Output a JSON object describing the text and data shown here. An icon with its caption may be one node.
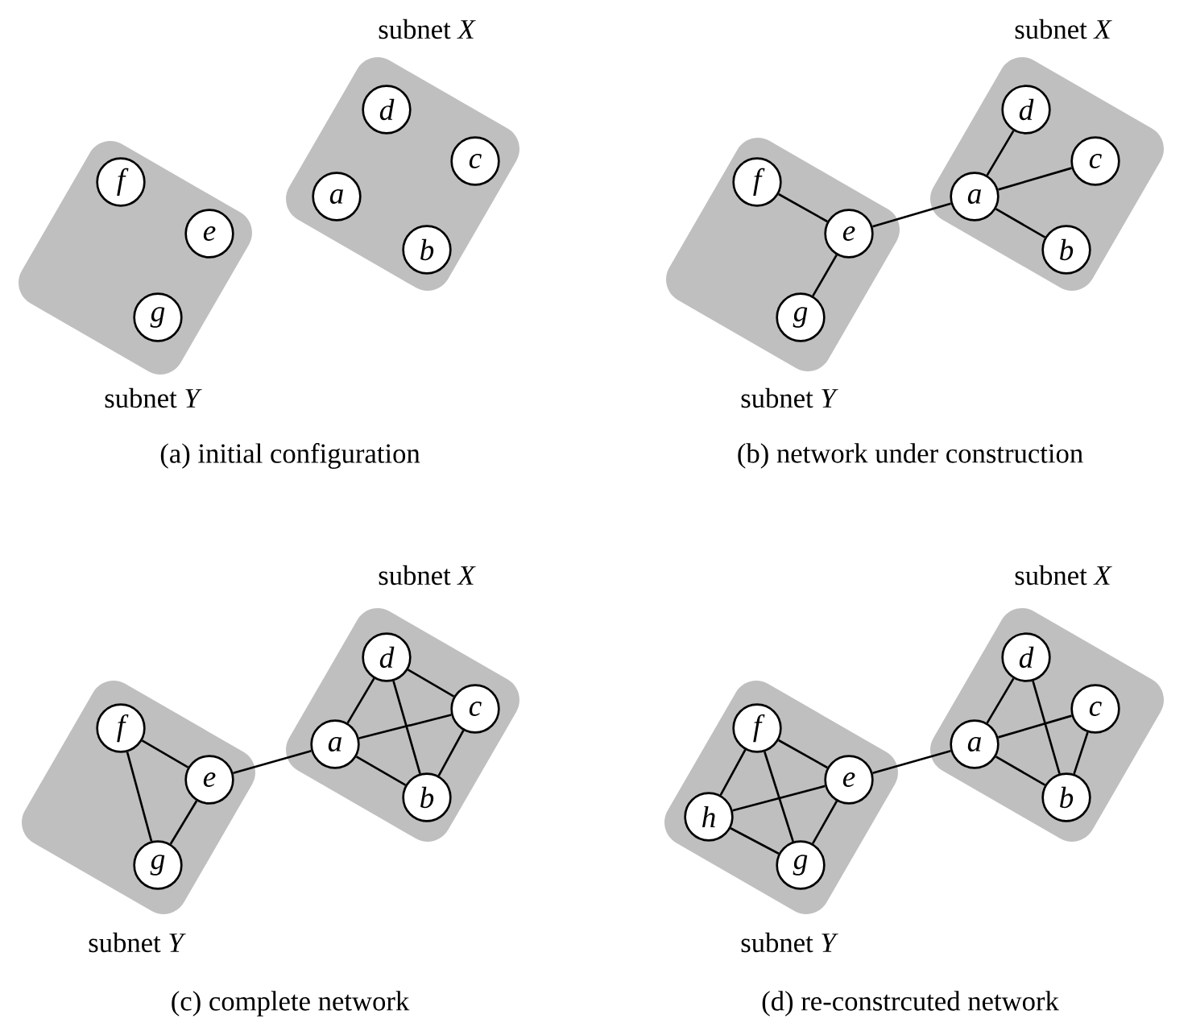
{
  "diagram": {
    "nodes": [
      {
        "text": [
          "subnet *Y*"
        ]
      },
      {
        "text": [
          "subnet *X*"
        ]
      },
      {
        "text": [
          "f"
        ],
        "in": 0
      },
      {
        "text": [
          "e"
        ],
        "in": 0
      },
      {
        "text": [
          "g"
        ],
        "in": 0
      },
      {
        "text": [
          "d"
        ],
        "in": 1
      },
      {
        "text": [
          "c"
        ],
        "in": 1
      },
      {
        "text": [
          "a"
        ],
        "in": 1
      },
      {
        "text": [
          "b"
        ],
        "in": 1
      },
      {
        "text": [
          "subnet *X*"
        ]
      },
      {
        "text": [
          "subnet *Y*"
        ]
      },
      {
        "text": [
          "f"
        ],
        "in": 10
      },
      {
        "text": [
          "e"
        ],
        "in": 10
      },
      {
        "text": [
          "g"
        ],
        "in": 10
      },
      {
        "text": [
          "d"
        ],
        "in": 9
      },
      {
        "text": [
          "c"
        ],
        "in": 9
      },
      {
        "text": [
          "a"
        ],
        "in": 9
      },
      {
        "text": [
          "b"
        ],
        "in": 9
      },
      {
        "text": [
          "subnet *X*"
        ]
      },
      {
        "text": [
          "subnet *Y*"
        ]
      },
      {
        "text": [
          "f"
        ],
        "in": 19
      },
      {
        "text": [
          "e"
        ],
        "in": 19
      },
      {
        "text": [
          "g"
        ],
        "in": 19
      },
      {
        "text": [
          "d"
        ],
        "in": 18
      },
      {
        "text": [
          "c"
        ],
        "in": 18
      },
      {
        "text": [
          "a"
        ],
        "in": 18
      },
      {
        "text": [
          "b"
        ],
        "in": 18
      },
      {
        "text": [
          "subnet *X*"
        ]
      },
      {
        "text": [
          "subnet *Y*"
        ]
      },
      {
        "text": [
          "f"
        ],
        "in": 28
      },
      {
        "text": [
          "e"
        ],
        "in": 28
      },
      {
        "text": [
          "h"
        ],
        "in": 28
      },
      {
        "text": [
          "g"
        ],
        "in": 28
      },
      {
        "text": [
          "d"
        ],
        "in": 27
      },
      {
        "text": [
          "c"
        ],
        "in": 27
      },
      {
        "text": [
          "a"
        ],
        "in": 27
      },
      {
        "text": [
          "b"
        ],
        "in": 27
      }
    ],
    "edges": [
      {
        "from": 11,
        "to": 12,
        "arrow": "none"
      },
      {
        "from": 13,
        "to": 12,
        "arrow": "none"
      },
      {
        "from": 12,
        "to": 16,
        "arrow": "none"
      },
      {
        "from": 16,
        "to": 14,
        "arrow": "none"
      },
      {
        "from": 16,
        "to": 15,
        "arrow": "none"
      },
      {
        "from": 16,
        "to": 17,
        "arrow": "none"
      },
      {
        "from": 20,
        "to": 21,
        "arrow": "none"
      },
      {
        "from": 20,
        "to": 22,
        "arrow": "none"
      },
      {
        "from": 21,
        "to": 22,
        "arrow": "none"
      },
      {
        "from": 21,
        "to": 25,
        "arrow": "none"
      },
      {
        "from": 25,
        "to": 23,
        "arrow": "none"
      },
      {
        "from": 25,
        "to": 24,
        "arrow": "none"
      },
      {
        "from": 25,
        "to": 26,
        "arrow": "none"
      },
      {
        "from": 23,
        "to": 24,
        "arrow": "none"
      },
      {
        "from": 23,
        "to": 26,
        "arrow": "none"
      },
      {
        "from": 24,
        "to": 26,
        "arrow": "none"
      },
      {
        "from": 29,
        "to": 30,
        "arrow": "none"
      },
      {
        "from": 29,
        "to": 31,
        "arrow": "none"
      },
      {
        "from": 29,
        "to": 32,
        "arrow": "none"
      },
      {
        "from": 31,
        "to": 30,
        "arrow": "none"
      },
      {
        "from": 31,
        "to": 32,
        "arrow": "none"
      },
      {
        "from": 30,
        "to": 32,
        "arrow": "none"
      },
      {
        "from": 30,
        "to": 35,
        "arrow": "none"
      },
      {
        "from": 35,
        "to": 33,
        "arrow": "none"
      },
      {
        "from": 35,
        "to": 34,
        "arrow": "none"
      },
      {
        "from": 35,
        "to": 36,
        "arrow": "none"
      },
      {
        "from": 33,
        "to": 36,
        "arrow": "none"
      },
      {
        "from": 34,
        "to": 36,
        "arrow": "none"
      }
    ],
    "labels": [
      "(a) initial configuration",
      "(b) network under construction",
      "(c) complete network",
      "(d) re-constrcuted network"
    ]
  }
}
